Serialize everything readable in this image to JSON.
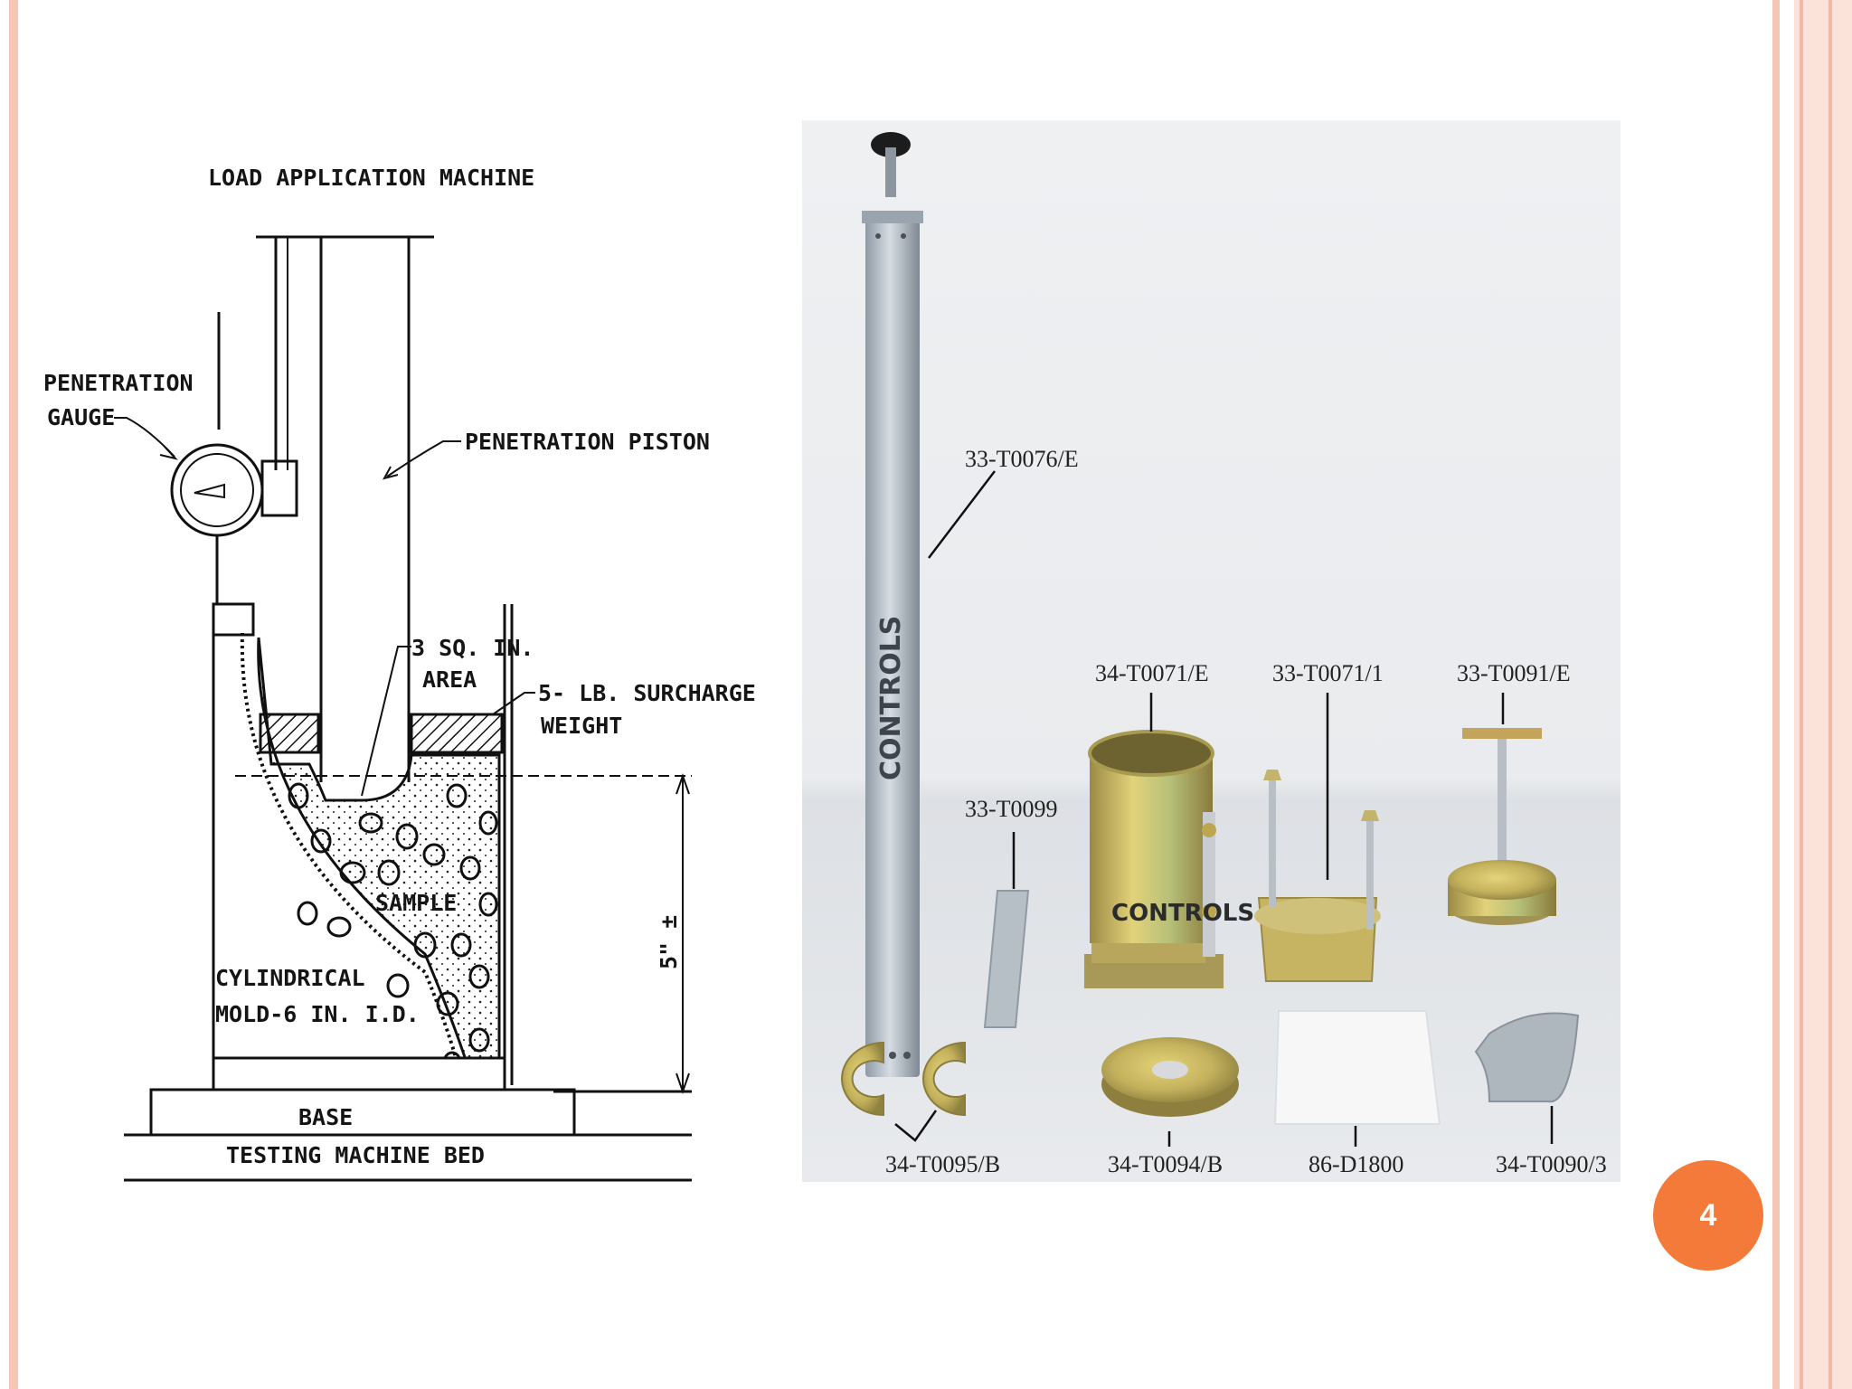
{
  "diagram": {
    "load_machine": "LOAD APPLICATION MACHINE",
    "gauge_line1": "PENETRATION",
    "gauge_line2": "GAUGE",
    "piston": "PENETRATION PISTON",
    "area_line1": "3 SQ. IN.",
    "area_line2": "AREA",
    "surcharge_line1": "5- LB. SURCHARGE",
    "surcharge_line2": "WEIGHT",
    "sample": "SAMPLE",
    "mold_line1": "CYLINDRICAL",
    "mold_line2": "MOLD-6 IN. I.D.",
    "height": "5\" ±",
    "base": "BASE",
    "bed": "TESTING MACHINE BED"
  },
  "photo": {
    "labels": {
      "rammer": "33-T0076/E",
      "mold": "34-T0071/E",
      "plate": "33-T0071/1",
      "tamper": "33-T0091/E",
      "straightedge": "33-T0099",
      "split_weights": "34-T0095/B",
      "annular_weight": "34-T0094/B",
      "filter": "86-D1800",
      "spacer": "34-T0090/3"
    },
    "brand_text": "CONTROLS"
  },
  "page_number": "4",
  "colors": {
    "frame": "#f5c6b4",
    "badge": "#f47a3a",
    "metal_gold": "#c9b15a",
    "metal_silver": "#b9c2cb"
  }
}
